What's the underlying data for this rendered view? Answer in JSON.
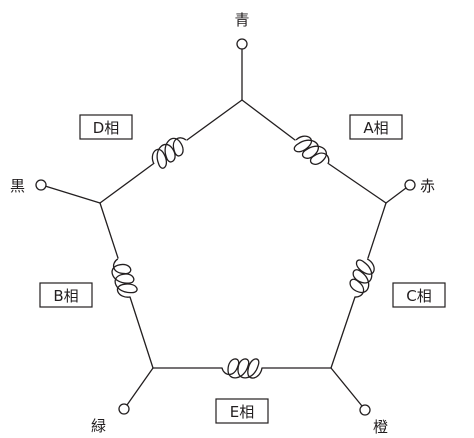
{
  "terminals": {
    "top": "青",
    "right": "赤",
    "left": "黒",
    "bottom_left": "緑",
    "bottom_right": "橙"
  },
  "windings": {
    "a": "A相",
    "b": "B相",
    "c": "C相",
    "d": "D相",
    "e": "E相"
  }
}
